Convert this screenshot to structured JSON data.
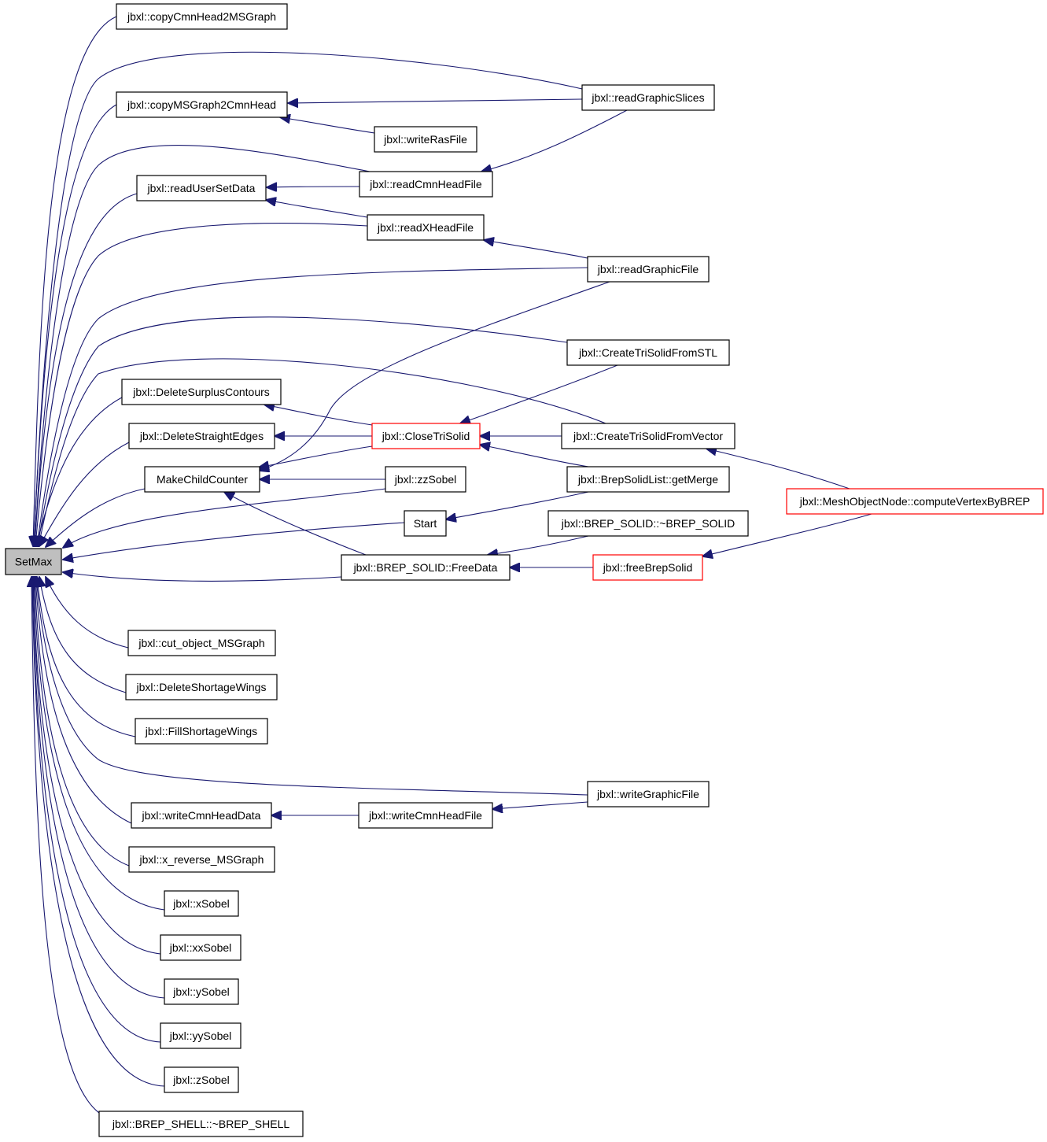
{
  "colors": {
    "edge": "#191970",
    "node_border": "#000000",
    "node_border_truncated": "#ff0000",
    "root_fill": "#bfbfbf",
    "node_fill": "#ffffff"
  },
  "nodes": [
    {
      "id": "SetMax",
      "label": "SetMax",
      "root": true
    },
    {
      "id": "copyCmnHead2MSGraph",
      "label": "jbxl::copyCmnHead2MSGraph"
    },
    {
      "id": "copyMSGraph2CmnHead",
      "label": "jbxl::copyMSGraph2CmnHead"
    },
    {
      "id": "readUserSetData",
      "label": "jbxl::readUserSetData"
    },
    {
      "id": "DeleteSurplusContours",
      "label": "jbxl::DeleteSurplusContours"
    },
    {
      "id": "DeleteStraightEdges",
      "label": "jbxl::DeleteStraightEdges"
    },
    {
      "id": "MakeChildCounter",
      "label": "MakeChildCounter"
    },
    {
      "id": "cut_object_MSGraph",
      "label": "jbxl::cut_object_MSGraph"
    },
    {
      "id": "DeleteShortageWings",
      "label": "jbxl::DeleteShortageWings"
    },
    {
      "id": "FillShortageWings",
      "label": "jbxl::FillShortageWings"
    },
    {
      "id": "writeCmnHeadData",
      "label": "jbxl::writeCmnHeadData"
    },
    {
      "id": "x_reverse_MSGraph",
      "label": "jbxl::x_reverse_MSGraph"
    },
    {
      "id": "xSobel",
      "label": "jbxl::xSobel"
    },
    {
      "id": "xxSobel",
      "label": "jbxl::xxSobel"
    },
    {
      "id": "ySobel",
      "label": "jbxl::ySobel"
    },
    {
      "id": "yySobel",
      "label": "jbxl::yySobel"
    },
    {
      "id": "zSobel",
      "label": "jbxl::zSobel"
    },
    {
      "id": "BREP_SHELL_dtor",
      "label": "jbxl::BREP_SHELL::~BREP_SHELL"
    },
    {
      "id": "writeRasFile",
      "label": "jbxl::writeRasFile"
    },
    {
      "id": "readCmnHeadFile",
      "label": "jbxl::readCmnHeadFile"
    },
    {
      "id": "readXHeadFile",
      "label": "jbxl::readXHeadFile"
    },
    {
      "id": "CloseTriSolid",
      "label": "jbxl::CloseTriSolid",
      "truncated": true
    },
    {
      "id": "zzSobel",
      "label": "jbxl::zzSobel"
    },
    {
      "id": "Start",
      "label": "Start"
    },
    {
      "id": "FreeData",
      "label": "jbxl::BREP_SOLID::FreeData"
    },
    {
      "id": "writeCmnHeadFile",
      "label": "jbxl::writeCmnHeadFile"
    },
    {
      "id": "readGraphicSlices",
      "label": "jbxl::readGraphicSlices"
    },
    {
      "id": "readGraphicFile",
      "label": "jbxl::readGraphicFile"
    },
    {
      "id": "CreateTriSolidFromSTL",
      "label": "jbxl::CreateTriSolidFromSTL"
    },
    {
      "id": "CreateTriSolidFromVector",
      "label": "jbxl::CreateTriSolidFromVector"
    },
    {
      "id": "getMerge",
      "label": "jbxl::BrepSolidList::getMerge"
    },
    {
      "id": "BREP_SOLID_dtor",
      "label": "jbxl::BREP_SOLID::~BREP_SOLID"
    },
    {
      "id": "freeBrepSolid",
      "label": "jbxl::freeBrepSolid",
      "truncated": true
    },
    {
      "id": "writeGraphicFile",
      "label": "jbxl::writeGraphicFile"
    },
    {
      "id": "computeVertexByBREP",
      "label": "jbxl::MeshObjectNode::computeVertexByBREP",
      "truncated": true
    }
  ],
  "edges": [
    [
      "copyCmnHead2MSGraph",
      "SetMax"
    ],
    [
      "copyMSGraph2CmnHead",
      "SetMax"
    ],
    [
      "readUserSetData",
      "SetMax"
    ],
    [
      "DeleteSurplusContours",
      "SetMax"
    ],
    [
      "DeleteStraightEdges",
      "SetMax"
    ],
    [
      "MakeChildCounter",
      "SetMax"
    ],
    [
      "cut_object_MSGraph",
      "SetMax"
    ],
    [
      "DeleteShortageWings",
      "SetMax"
    ],
    [
      "FillShortageWings",
      "SetMax"
    ],
    [
      "writeCmnHeadData",
      "SetMax"
    ],
    [
      "x_reverse_MSGraph",
      "SetMax"
    ],
    [
      "xSobel",
      "SetMax"
    ],
    [
      "xxSobel",
      "SetMax"
    ],
    [
      "ySobel",
      "SetMax"
    ],
    [
      "yySobel",
      "SetMax"
    ],
    [
      "zSobel",
      "SetMax"
    ],
    [
      "BREP_SHELL_dtor",
      "SetMax"
    ],
    [
      "readGraphicSlices",
      "SetMax"
    ],
    [
      "readCmnHeadFile",
      "SetMax"
    ],
    [
      "readXHeadFile",
      "SetMax"
    ],
    [
      "readGraphicFile",
      "SetMax"
    ],
    [
      "CreateTriSolidFromSTL",
      "SetMax"
    ],
    [
      "CreateTriSolidFromVector",
      "SetMax"
    ],
    [
      "zzSobel",
      "SetMax"
    ],
    [
      "Start",
      "SetMax"
    ],
    [
      "FreeData",
      "SetMax"
    ],
    [
      "writeGraphicFile",
      "SetMax"
    ],
    [
      "readGraphicSlices",
      "copyMSGraph2CmnHead"
    ],
    [
      "writeRasFile",
      "copyMSGraph2CmnHead"
    ],
    [
      "readCmnHeadFile",
      "readUserSetData"
    ],
    [
      "readXHeadFile",
      "readUserSetData"
    ],
    [
      "readGraphicSlices",
      "readCmnHeadFile"
    ],
    [
      "readGraphicFile",
      "readXHeadFile"
    ],
    [
      "CloseTriSolid",
      "DeleteSurplusContours"
    ],
    [
      "CloseTriSolid",
      "DeleteStraightEdges"
    ],
    [
      "CloseTriSolid",
      "MakeChildCounter"
    ],
    [
      "readGraphicFile",
      "MakeChildCounter"
    ],
    [
      "zzSobel",
      "MakeChildCounter"
    ],
    [
      "FreeData",
      "MakeChildCounter"
    ],
    [
      "CreateTriSolidFromSTL",
      "CloseTriSolid"
    ],
    [
      "CreateTriSolidFromVector",
      "CloseTriSolid"
    ],
    [
      "getMerge",
      "CloseTriSolid"
    ],
    [
      "getMerge",
      "Start"
    ],
    [
      "BREP_SOLID_dtor",
      "FreeData"
    ],
    [
      "freeBrepSolid",
      "FreeData"
    ],
    [
      "computeVertexByBREP",
      "CreateTriSolidFromVector"
    ],
    [
      "computeVertexByBREP",
      "freeBrepSolid"
    ],
    [
      "writeCmnHeadFile",
      "writeCmnHeadData"
    ],
    [
      "writeGraphicFile",
      "writeCmnHeadFile"
    ]
  ]
}
